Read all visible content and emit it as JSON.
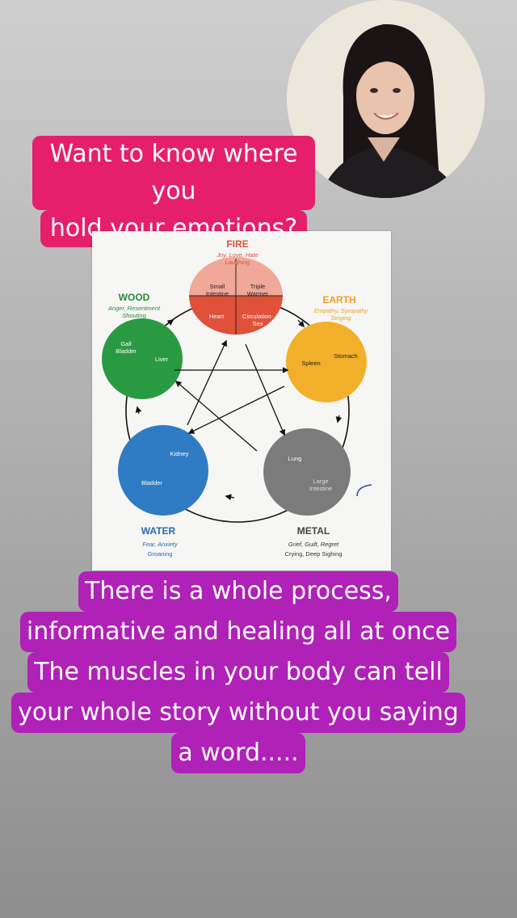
{
  "caption_top": {
    "line1": "Want to know where you",
    "line2": "hold your emotions?"
  },
  "chart": {
    "fire": {
      "title": "FIRE",
      "emotions1": "Joy, Love, Hate",
      "emotions2": "Laughing",
      "organ_tl": "Small",
      "organ_tl2": "Intestine",
      "organ_tr": "Triple",
      "organ_tr2": "Warmer",
      "organ_bl": "Heart",
      "organ_br": "Circulation-",
      "organ_br2": "Sex"
    },
    "earth": {
      "title": "EARTH",
      "emotions1": "Empathy, Sympathy",
      "emotions2": "Singing",
      "organ1": "Spleen",
      "organ2": "Stomach"
    },
    "metal": {
      "title": "METAL",
      "emotions1": "Grief, Guilt, Regret",
      "emotions2": "Crying, Deep Sighing",
      "organ1": "Lung",
      "organ2": "Large",
      "organ2b": "Intestine"
    },
    "water": {
      "title": "WATER",
      "emotions1": "Fear, Anxiety",
      "emotions2": "Groaning",
      "organ1": "Kidney",
      "organ2": "Bladder"
    },
    "wood": {
      "title": "WOOD",
      "emotions1": "Anger, Resentment",
      "emotions2": "Shouting",
      "organ1": "Gall",
      "organ1b": "Bladder",
      "organ2": "Liver"
    }
  },
  "caption_bottom": {
    "line1": "There is a whole process,",
    "line2": "informative and healing all at once",
    "line3": "The muscles in your body can tell",
    "line4": "your whole story without you saying",
    "line5": "a word....."
  },
  "colors": {
    "caption_pink": "#e61f6c",
    "caption_purple": "#b021b8",
    "fire": "#e0513a",
    "earth": "#f2b02a",
    "metal": "#7b7b7b",
    "water": "#2f7cc4",
    "wood": "#2a9a42"
  }
}
